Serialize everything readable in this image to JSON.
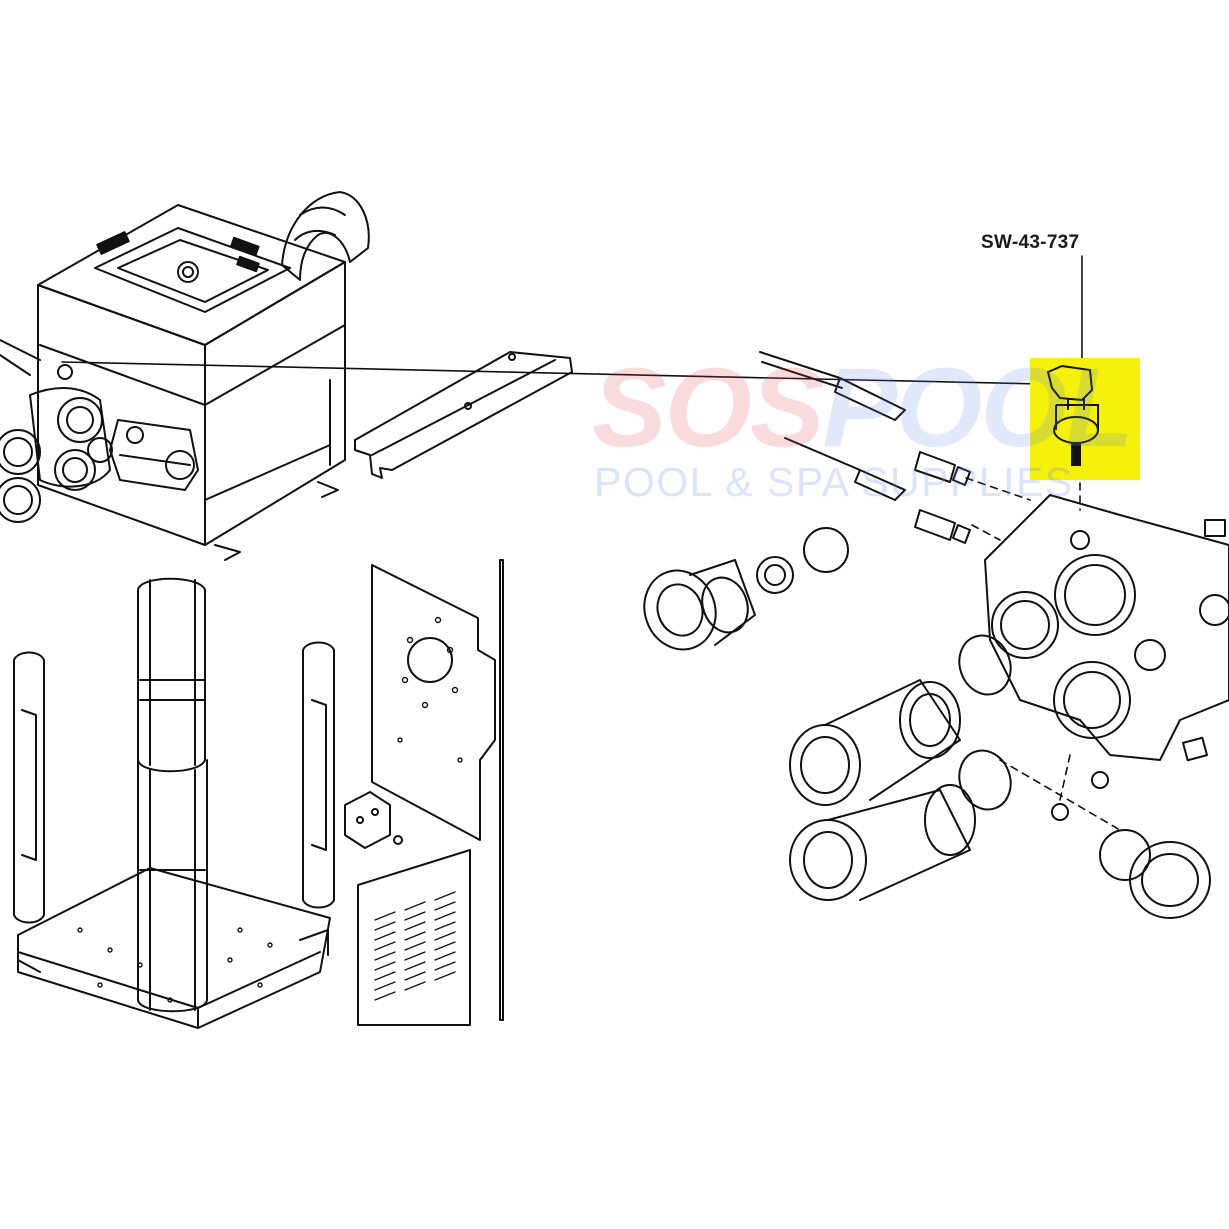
{
  "callout": {
    "part_number": "SW-43-737",
    "highlight_color": "#f5f10a"
  },
  "watermark": {
    "brand_part1": "SOS",
    "brand_part2": "POOL",
    "tagline": "POOL & SPA SUPPLIES",
    "color_part1": "#e8404a",
    "color_part2": "#5b84e6"
  },
  "colors": {
    "line": "#111111",
    "background": "#ffffff"
  }
}
